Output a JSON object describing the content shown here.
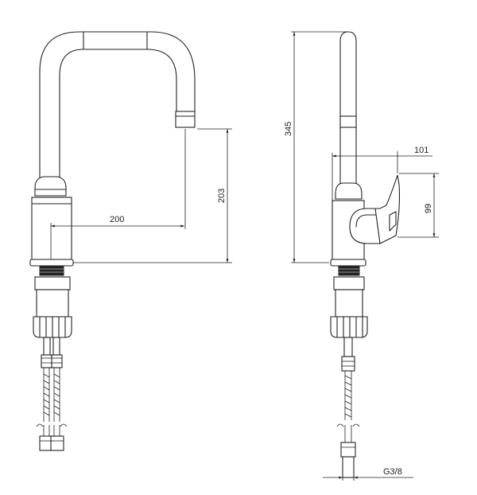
{
  "dimensions": {
    "reach": "200",
    "spout_height": "203",
    "total_height": "345",
    "handle_depth": "101",
    "handle_height": "99",
    "connection": "G3/8"
  }
}
